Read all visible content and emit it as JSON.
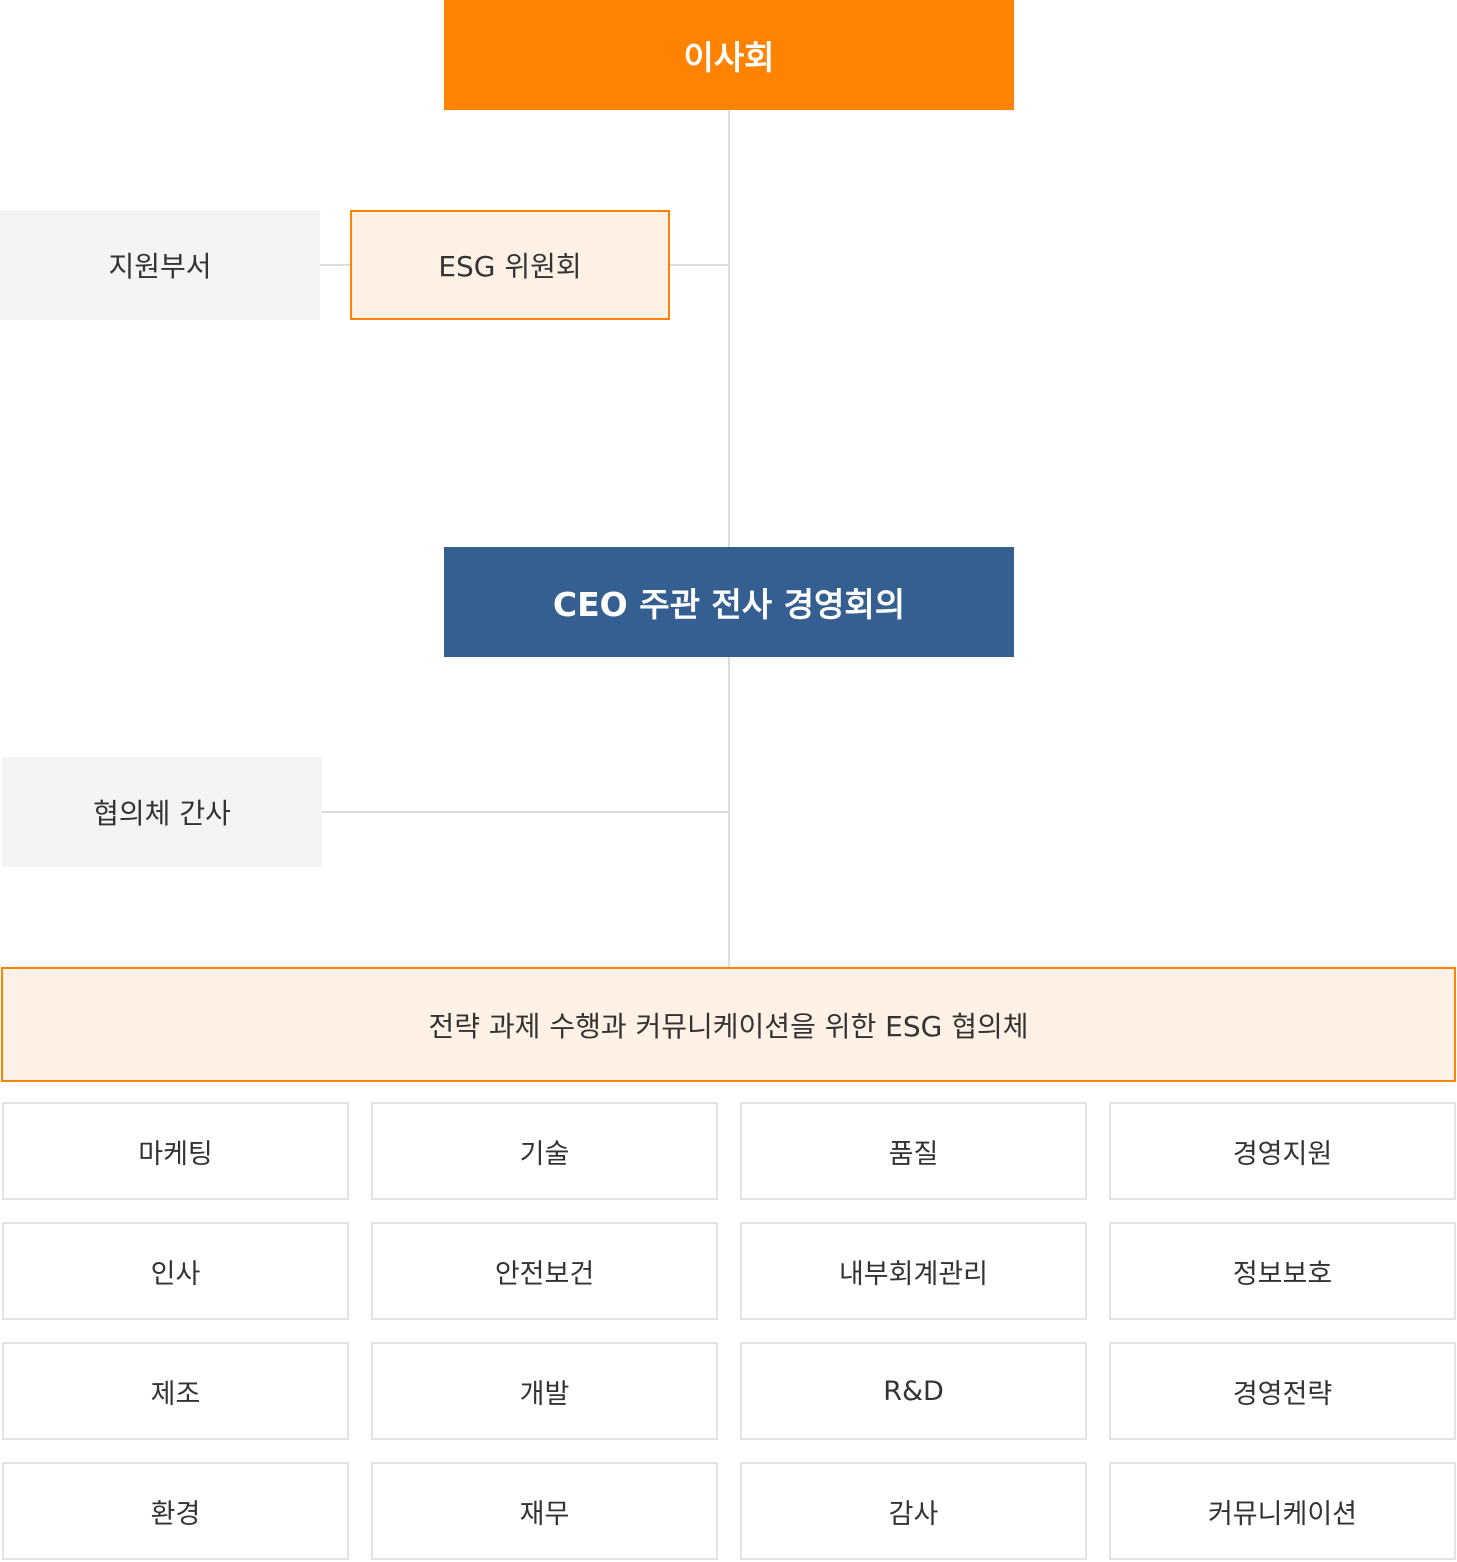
{
  "board": {
    "label": "이사회"
  },
  "support_dept": {
    "label": "지원부서"
  },
  "esg_committee": {
    "label": "ESG 위원회"
  },
  "ceo_meeting": {
    "label": "CEO 주관 전사 경영회의"
  },
  "council_secretary": {
    "label": "협의체 간사"
  },
  "esg_council": {
    "label": "전략 과제 수행과 커뮤니케이션을 위한 ESG 협의체"
  },
  "departments": [
    "마케팅",
    "기술",
    "품질",
    "경영지원",
    "인사",
    "안전보건",
    "내부회계관리",
    "정보보호",
    "제조",
    "개발",
    "R&D",
    "경영전략",
    "환경",
    "재무",
    "감사",
    "커뮤니케이션"
  ],
  "colors": {
    "board": "#ff8200",
    "ceo": "#365f91",
    "highlight_fill": "#fff1e5",
    "highlight_border": "#ff8200",
    "gray_fill": "#f4f4f4",
    "connector": "#dcdcdc"
  }
}
